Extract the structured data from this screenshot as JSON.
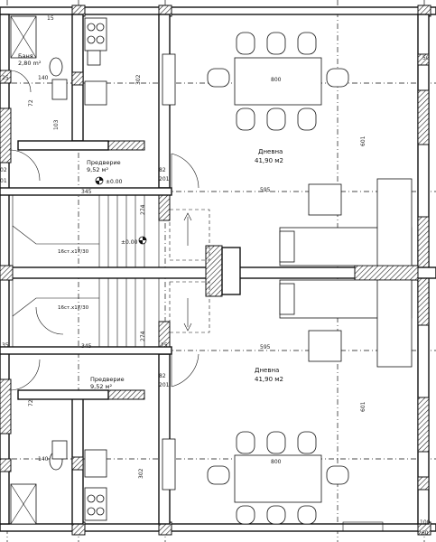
{
  "rooms": [
    {
      "key": "bath-top",
      "name": "Баня",
      "area": "2,80 m²"
    },
    {
      "key": "hall-top",
      "name": "Предверие",
      "area": "9,52 м²"
    },
    {
      "key": "living-top",
      "name": "Дневна",
      "area": "41,90 м2"
    },
    {
      "key": "hall-bottom",
      "name": "Предверие",
      "area": "9,52 м²"
    },
    {
      "key": "living-bottom",
      "name": "Дневна",
      "area": "41,90 м2"
    }
  ],
  "elevation_marks": [
    "±0.00",
    "±0.00"
  ],
  "stairs": [
    {
      "label": "16ст.х17/30"
    },
    {
      "label": "16ст.х17/30"
    }
  ],
  "dimensions": {
    "table_top": "800",
    "table_bottom": "800",
    "height_top": "302",
    "height_bottom": "302",
    "span_top": "595",
    "span_bottom": "595",
    "hall_top": "345",
    "hall_bottom": "345",
    "right_top": "601",
    "right_bottom": "601",
    "door_top_a": "82",
    "door_top_b": "201",
    "door_bottom_a": "82",
    "door_bottom_b": "201",
    "stair_top": "274",
    "stair_bottom": "274",
    "bath_a": "140",
    "bath_b": "140",
    "small_a": "72",
    "small_b": "72",
    "small_c": "103",
    "small_d": "25",
    "small_e": "25",
    "small_f": "100",
    "small_g": "260",
    "edge_a": "02",
    "edge_b": "01",
    "edge_c": "35",
    "edge_d": "15",
    "edge_e": "50"
  }
}
